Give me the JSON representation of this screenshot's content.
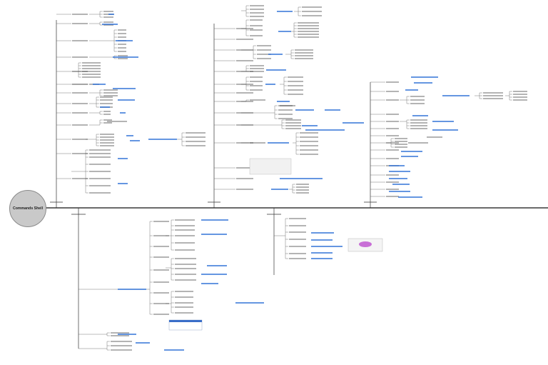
{
  "root": {
    "label": "Commands Shell"
  },
  "branches": [
    {
      "id": "b1",
      "label": "",
      "region": "top"
    },
    {
      "id": "b2",
      "label": "",
      "region": "top"
    },
    {
      "id": "b3",
      "label": "",
      "region": "top"
    },
    {
      "id": "b4",
      "label": "",
      "region": "bottom"
    },
    {
      "id": "b5",
      "label": "",
      "region": "bottom"
    }
  ],
  "footer": {
    "note": ""
  },
  "colors": {
    "trunk": "#111111",
    "line": "#333333",
    "highlight_link": "#2a6fd6",
    "node_text": "#555555",
    "accent_purple": "#c86fd6"
  }
}
